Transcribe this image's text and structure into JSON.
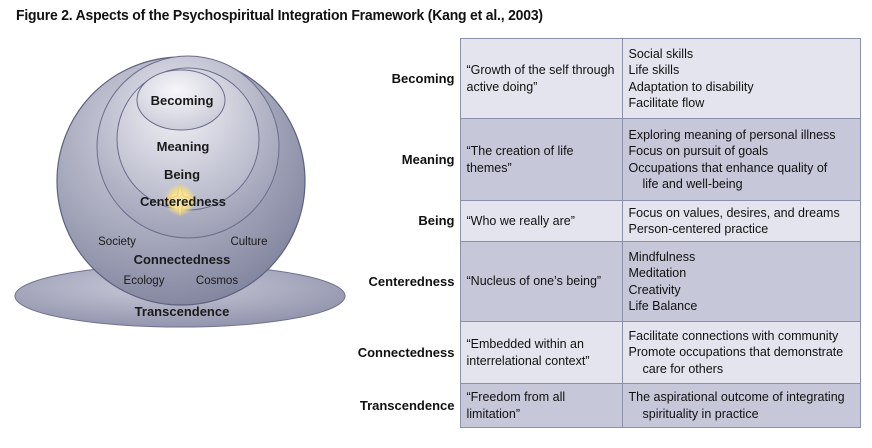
{
  "figure_title": "Figure 2. Aspects of the Psychospiritual Integration Framework (Kang et al., 2003)",
  "diagram": {
    "levels": {
      "becoming": "Becoming",
      "meaning": "Meaning",
      "being": "Being",
      "centeredness": "Centeredness",
      "connectedness": "Connectedness",
      "transcendence": "Transcendence"
    },
    "connectedness_aspects": {
      "society": "Society",
      "culture": "Culture",
      "ecology": "Ecology",
      "cosmos": "Cosmos"
    }
  },
  "table": {
    "rows": [
      {
        "label": "Becoming",
        "quote": "“Growth of the self through active doing”",
        "items": [
          "Social skills",
          "Life skills",
          "Adaptation to disability",
          "Facilitate flow"
        ]
      },
      {
        "label": "Meaning",
        "quote": "“The creation of life themes”",
        "items": [
          "Exploring meaning of personal illness",
          "Focus on pursuit of goals",
          "Occupations that enhance quality of",
          "life and well-being"
        ]
      },
      {
        "label": "Being",
        "quote": "“Who we really are”",
        "items": [
          "Focus on values, desires, and dreams",
          "Person-centered practice"
        ]
      },
      {
        "label": "Centeredness",
        "quote": "“Nucleus of one’s being”",
        "items": [
          "Mindfulness",
          "Meditation",
          "Creativity",
          "Life Balance"
        ]
      },
      {
        "label": "Connectedness",
        "quote": "“Embedded within an interrelational context”",
        "items": [
          "Facilitate connections with community",
          "Promote occupations that demonstrate",
          "care for others"
        ]
      },
      {
        "label": "Transcendence",
        "quote": "“Freedom from all limitation”",
        "items": [
          "The aspirational outcome of integrating",
          "spirituality in practice"
        ]
      }
    ]
  }
}
